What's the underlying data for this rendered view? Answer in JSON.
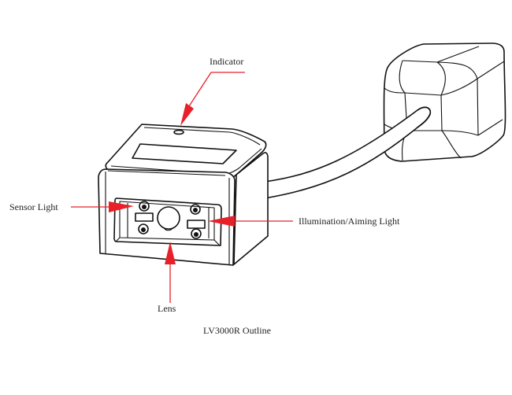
{
  "figure": {
    "caption": "LV3000R Outline",
    "callouts": [
      {
        "id": "indicator",
        "label": "Indicator"
      },
      {
        "id": "sensor-light",
        "label": "Sensor Light"
      },
      {
        "id": "illumination",
        "label": "Illumination/Aiming Light"
      },
      {
        "id": "lens",
        "label": "Lens"
      }
    ],
    "colors": {
      "arrow": "#e8202a",
      "line": "#111111",
      "text": "#222222"
    }
  }
}
